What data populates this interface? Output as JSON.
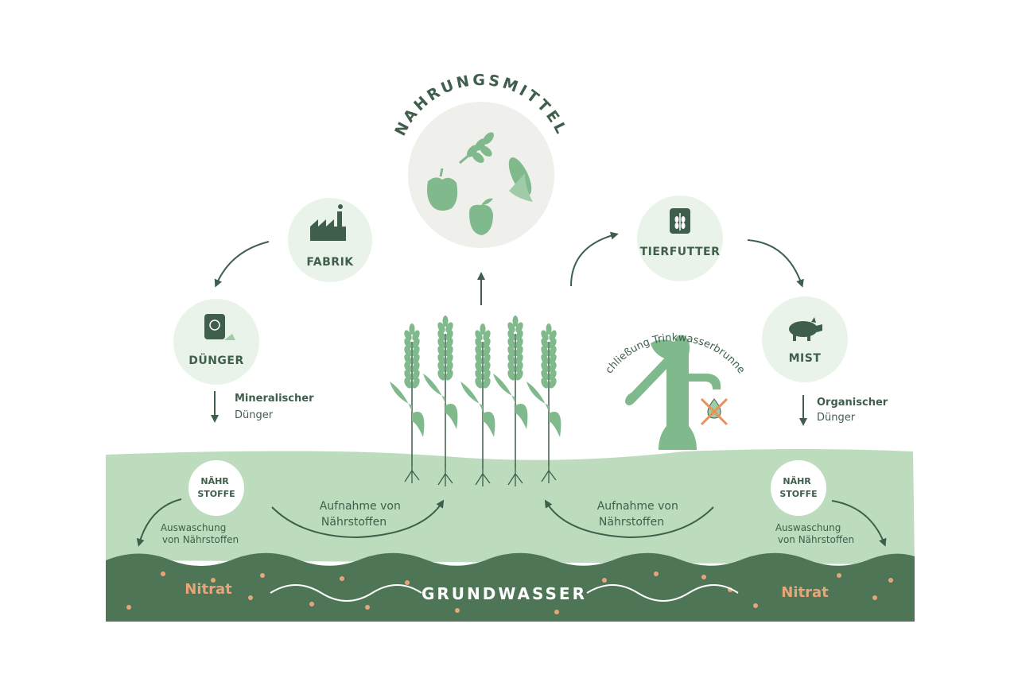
{
  "title": "NAHRUNGSMITTEL",
  "nodes": {
    "fabrik": "FABRIK",
    "duenger": "DÜNGER",
    "tierfutter": "TIERFUTTER",
    "mist": "MIST",
    "naehrstoffe_left": [
      "NÄHR",
      "STOFFE"
    ],
    "naehrstoffe_right": [
      "NÄHR",
      "STOFFE"
    ]
  },
  "labels": {
    "mineral": [
      "Mineralischer",
      "Dünger"
    ],
    "organisch": [
      "Organischer",
      "Dünger"
    ],
    "aufnahme_left": [
      "Aufnahme von",
      "Nährstoffen"
    ],
    "aufnahme_right": [
      "Aufnahme von",
      "Nährstoffen"
    ],
    "auswaschung_left": [
      "Auswaschung",
      "von Nährstoffen"
    ],
    "auswaschung_right": [
      "Auswaschung",
      "von Nährstoffen"
    ],
    "pump": "Schließung Trinkwasserbrunnen",
    "nitrat_left": "Nitrat",
    "nitrat_right": "Nitrat",
    "grundwasser": "GRUNDWASSER"
  },
  "colors": {
    "dark_green": "#3f5f4c",
    "light_circle": "#eaf3e9",
    "soil": "#bcdcbd",
    "groundwater": "#4e7656",
    "plant": "#7fb98c",
    "nitrat": "#e9a57a",
    "cross": "#e8925a"
  },
  "icons": [
    "factory-icon",
    "fertilizer-bag-icon",
    "feed-bag-icon",
    "pig-icon",
    "pepper-icon",
    "wheat-icon",
    "corn-icon",
    "apple-icon",
    "water-pump-icon",
    "no-water-icon"
  ]
}
